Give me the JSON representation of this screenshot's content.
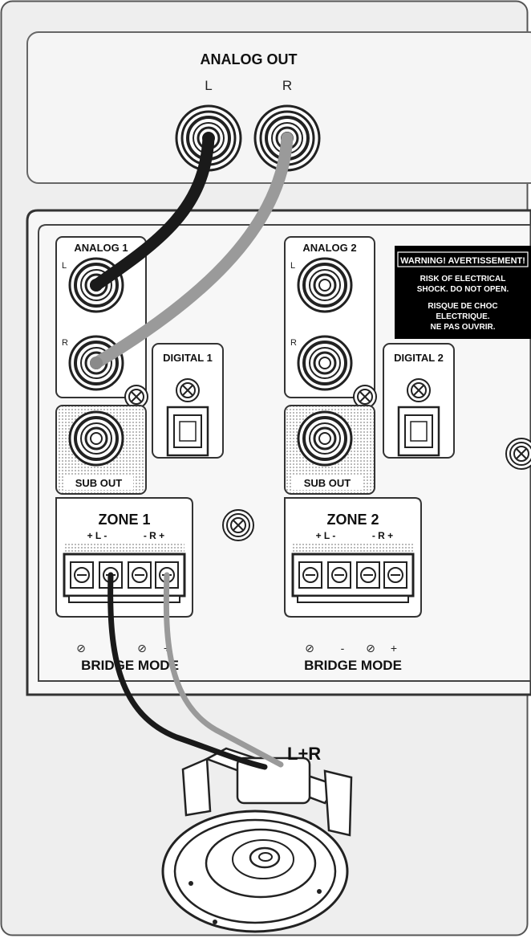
{
  "source": {
    "title": "ANALOG OUT",
    "left_label": "L",
    "right_label": "R"
  },
  "amplifier": {
    "zones": [
      {
        "analog_label": "ANALOG 1",
        "analog_left": "L",
        "analog_right": "R",
        "digital_label": "DIGITAL 1",
        "sub_out_label": "SUB OUT",
        "zone_label": "ZONE 1",
        "terminal_polarity": [
          "+ L -",
          "- R +"
        ],
        "bridge_symbols": [
          "⊘",
          "-",
          "⊘",
          "+"
        ],
        "bridge_label": "BRIDGE MODE"
      },
      {
        "analog_label": "ANALOG 2",
        "analog_left": "L",
        "analog_right": "R",
        "digital_label": "DIGITAL 2",
        "sub_out_label": "SUB OUT",
        "zone_label": "ZONE 2",
        "terminal_polarity": [
          "+ L -",
          "- R +"
        ],
        "bridge_symbols": [
          "⊘",
          "-",
          "⊘",
          "+"
        ],
        "bridge_label": "BRIDGE MODE"
      }
    ],
    "warning": {
      "heading": "WARNING! AVERTISSEMENT!",
      "line1": "RISK OF ELECTRICAL",
      "line2": "SHOCK. DO NOT OPEN.",
      "line3": "RISQUE DE CHOC",
      "line4": "ELECTRIQUE.",
      "line5": "NE PAS OUVRIR."
    }
  },
  "speaker": {
    "label": "L+R"
  },
  "colors": {
    "panel_background": "#eeeeee",
    "cable_left": "#1a1a1a",
    "cable_right": "#9a9a9a",
    "outline": "#333333",
    "warning_background": "#000000"
  }
}
